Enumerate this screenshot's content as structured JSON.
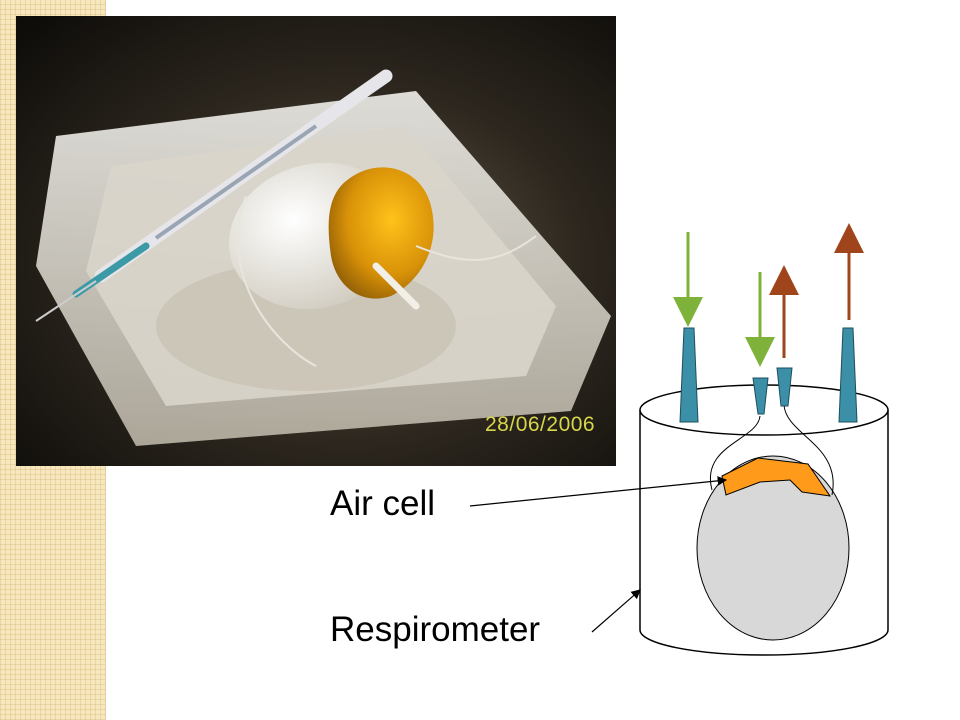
{
  "photo": {
    "date_stamp": "28/06/2006"
  },
  "labels": {
    "air_cell": "Air cell",
    "respirometer": "Respirometer"
  },
  "colors": {
    "inflow_arrow": "#7fb23a",
    "outflow_arrow": "#a0441c",
    "tube": "#3b8fa6",
    "air_cell": "#ff9a1a",
    "egg": "#d8d8d8"
  }
}
